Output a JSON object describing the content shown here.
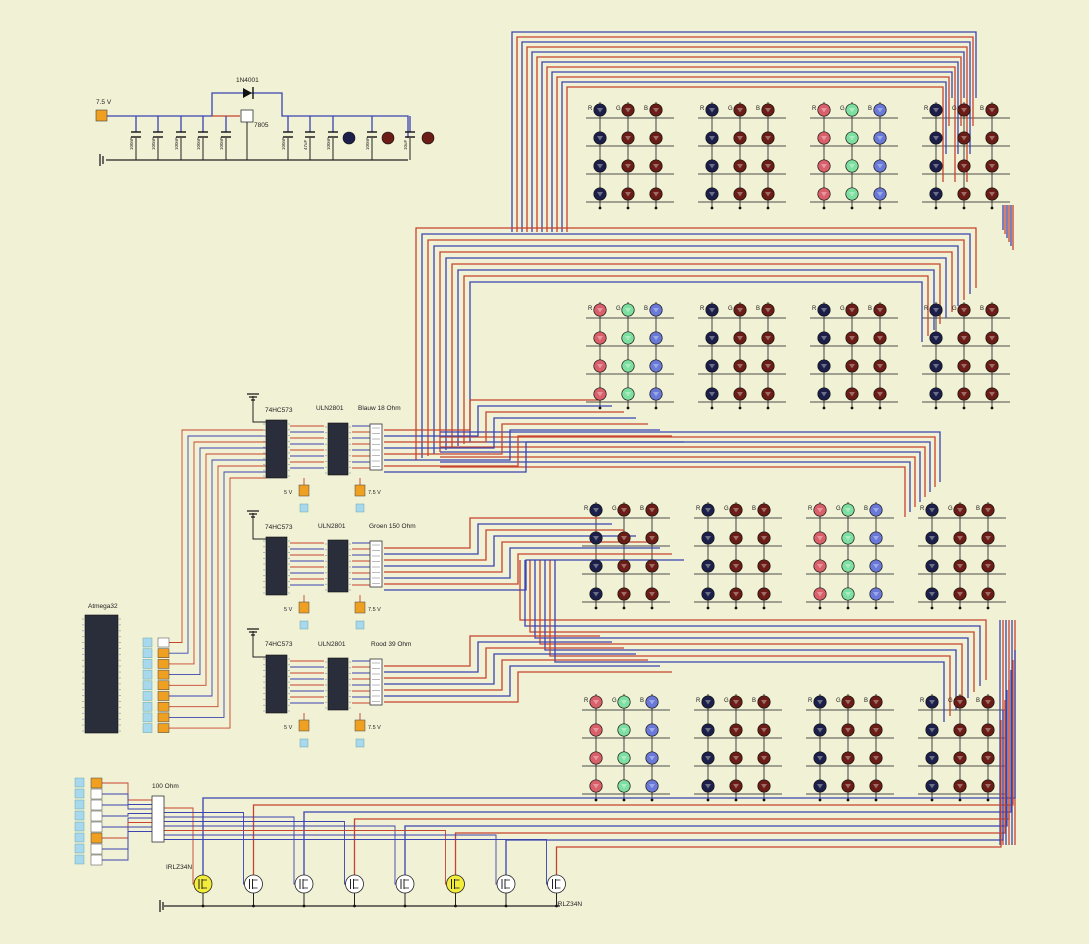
{
  "labels": {
    "supply_voltage": "7.5 V",
    "diode": "1N4001",
    "regulator": "7805",
    "cap_100nf": "100nF",
    "cap_47uf": "47uF",
    "cap_10uf": "10uF",
    "latch": "74HC573",
    "driver_1": "ULN2801",
    "driver_2": "ULN2801",
    "driver_3": "ULN2801",
    "resistor_blue": "Blauw 18 Ohm",
    "resistor_green": "Groen 150 Ohm",
    "resistor_red": "Rood 39 Ohm",
    "mcu": "Atmega32",
    "resistor_gate": "100 Ohm",
    "mosfet_left": "IRLZ34N",
    "mosfet_right": "IRLZ34N",
    "five_volt": "5 V",
    "seven_volt": "7.5 V",
    "rgb_r": "R",
    "rgb_g": "G",
    "rgb_b": "B"
  },
  "colors": {
    "background": "#f1f1d6",
    "wire_red": "#c8442c",
    "wire_blue": "#3b44b0",
    "wire_black": "#222222",
    "connector_orange": "#f0a020",
    "connector_blue": "#a8d8ee",
    "chip_body": "#2a2d3a",
    "led_off_dark": "#1c1f4a",
    "led_off_red": "#6b1c16",
    "led_on_red": "#d9606a",
    "led_on_green": "#7ee0a0",
    "led_on_blue": "#6a78d8",
    "mosfet_on": "#f2ec3a"
  },
  "cube": {
    "layers": 4,
    "columns_per_layer": 4,
    "leds_per_column": 4,
    "lit_columns": [
      [
        0,
        2
      ],
      [
        1,
        0
      ],
      [
        2,
        2
      ],
      [
        3,
        0
      ]
    ]
  },
  "mosfets": {
    "count": 8,
    "lit": [
      0,
      5
    ]
  }
}
